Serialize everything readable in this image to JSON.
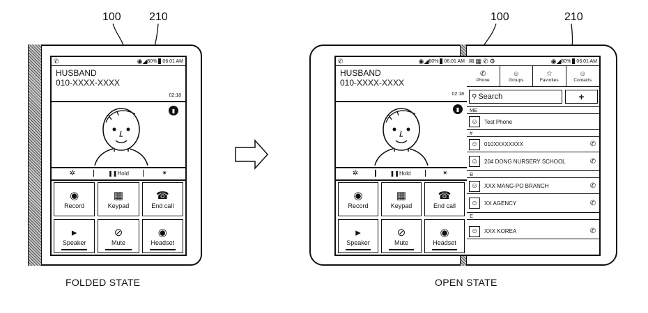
{
  "references": {
    "device_ref": "100",
    "screen_ref": "210"
  },
  "states": {
    "folded": "FOLDED STATE",
    "open": "OPEN STATE"
  },
  "status": {
    "battery": "80%",
    "time": "06:01 AM"
  },
  "call": {
    "caller_name": "HUSBAND",
    "caller_number": "010-XXXX-XXXX",
    "timer": "02:18",
    "hold_label": "Hold",
    "buttons": [
      "Record",
      "Keypad",
      "End call",
      "Speaker",
      "Mute",
      "Headset"
    ]
  },
  "contacts": {
    "tabs": [
      "Phone",
      "Groups",
      "Favorites",
      "Contacts"
    ],
    "search_label": "Search",
    "add_label": "+",
    "sections": [
      {
        "header": "ME",
        "items": [
          "Test Phone"
        ]
      },
      {
        "header": "#",
        "items": [
          "010XXXXXXXX",
          "204 DONG NURSERY SCHOOL"
        ]
      },
      {
        "header": "B",
        "items": [
          "XXX MANG-PO BRANCH",
          "XX AGENCY"
        ]
      },
      {
        "header": "E",
        "items": [
          "XXX KOREA"
        ]
      }
    ]
  },
  "icons": {
    "phone": "phone-icon",
    "wifi": "wifi-icon",
    "signal": "signal-icon",
    "record": "record-icon",
    "keypad": "keypad-icon",
    "end_call": "end-call-icon",
    "speaker": "speaker-icon",
    "mute": "mute-icon",
    "headset": "headset-icon"
  }
}
